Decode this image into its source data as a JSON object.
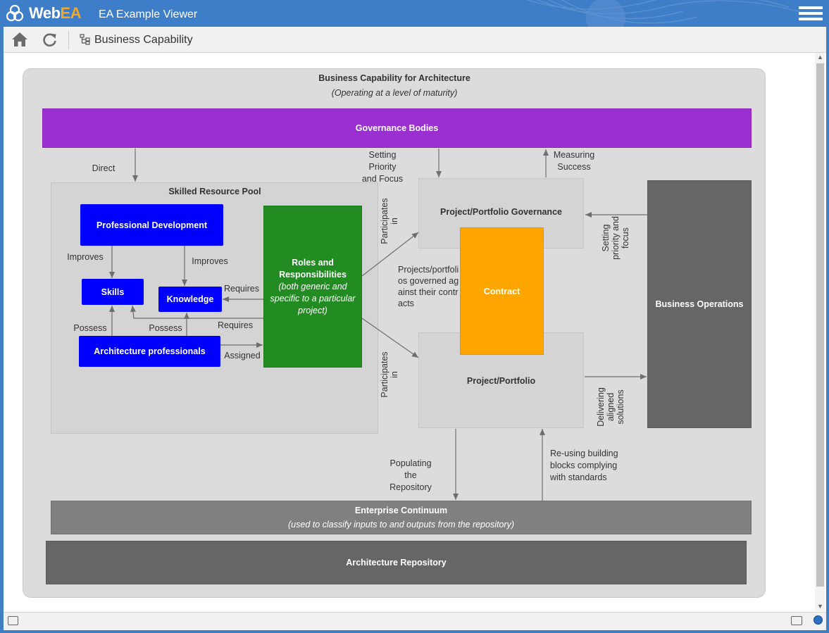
{
  "app": {
    "logo_prefix": "Web",
    "logo_suffix": "EA",
    "title": "EA Example Viewer"
  },
  "toolbar": {
    "breadcrumb": "Business Capability"
  },
  "colors": {
    "governance": "#9b30d0",
    "blue": "#0000ff",
    "roles": "#228b22",
    "contract": "#ffa500",
    "dark": "#666666",
    "continuum": "#808080",
    "frame_bg": "#dcdcdc",
    "pool_bg": "#d4d4d4"
  },
  "diagram": {
    "frame": {
      "title": "Business Capability for Architecture",
      "subtitle": "(Operating at a level of maturity)"
    },
    "governance_bodies": "Governance Bodies",
    "pool": {
      "title": "Skilled Resource Pool",
      "professional_development": "Professional Development",
      "skills": "Skills",
      "knowledge": "Knowledge",
      "architecture_professionals": "Architecture professionals",
      "roles_title": "Roles and Responsibilities",
      "roles_note": "(both generic and specific to a particular project)"
    },
    "project_portfolio_governance": "Project/Portfolio Governance",
    "contract": "Contract",
    "project_portfolio": "Project/Portfolio",
    "business_operations": "Business Operations",
    "enterprise_continuum": {
      "title": "Enterprise Continuum",
      "subtitle": "(used to classify inputs to and outputs from the repository)"
    },
    "architecture_repository": "Architecture Repository",
    "labels": {
      "direct": "Direct",
      "setting_priority_focus": "Setting Priority and Focus",
      "measuring_success": "Measuring Success",
      "improves_1": "Improves",
      "improves_2": "Improves",
      "requires_1": "Requires",
      "requires_2": "Requires",
      "possess_1": "Possess",
      "possess_2": "Possess",
      "assigned": "Assigned",
      "participates_in_1": "Participates in",
      "participates_in_2": "Participates in",
      "projects_governed": "Projects/portfolios governed against their contracts",
      "setting_priority_and_focus": "Setting priority and focus",
      "delivering_aligned_solutions": "Delivering aligned solutions",
      "populating_repository": "Populating the Repository",
      "reusing_building_blocks": "Re-using building blocks complying with standards"
    }
  }
}
